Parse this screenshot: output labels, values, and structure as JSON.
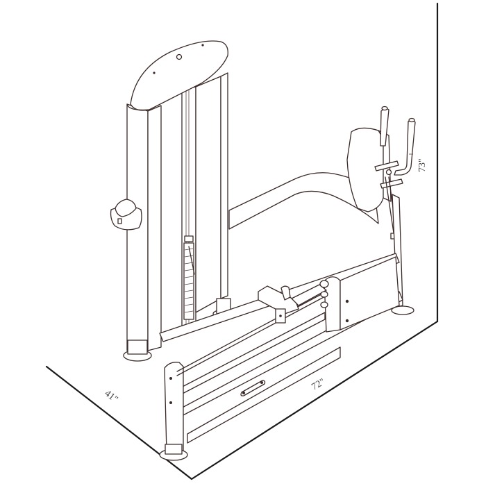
{
  "figure": {
    "subject": "Plate-loaded / selectorized standing hip & glute machine line drawing with weight-stack tower",
    "style": "black-and-white isometric product line drawing",
    "colors": {
      "background": "#ffffff",
      "outline": "#3a2a28",
      "room_outline": "#1a1a1a",
      "dimension_text": "#444444"
    }
  },
  "dimensions": {
    "height": {
      "label": "73\"",
      "axis": "vertical",
      "value_in": 73
    },
    "length": {
      "label": "72\"",
      "axis": "length",
      "value_in": 72
    },
    "width": {
      "label": "41\"",
      "axis": "depth",
      "value_in": 41
    }
  },
  "components": [
    {
      "name": "weight-stack-tower",
      "label": ""
    },
    {
      "name": "weight-stack",
      "label": ""
    },
    {
      "name": "accessory-holder",
      "label": ""
    },
    {
      "name": "curved-frame-arm",
      "label": ""
    },
    {
      "name": "back-pad",
      "label": ""
    },
    {
      "name": "handles",
      "label": ""
    },
    {
      "name": "foot-platform-lever",
      "label": ""
    },
    {
      "name": "base-frame",
      "label": ""
    }
  ]
}
